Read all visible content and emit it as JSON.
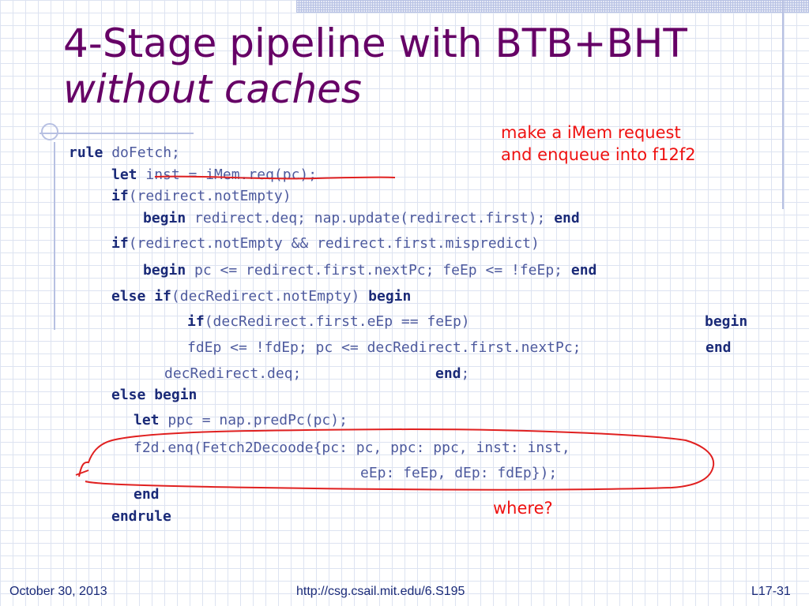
{
  "title": {
    "line1": "4-Stage pipeline with BTB+BHT",
    "line2": "without caches"
  },
  "annotations": {
    "note_top_line1": "make a iMem request",
    "note_top_line2": "and enqueue into f12f2",
    "note_where": "where?"
  },
  "code": {
    "l1_kw": "rule",
    "l1_rest": " doFetch;",
    "l2_kw": "let",
    "l2_rest": " inst = iMem.req(pc);",
    "l3_kw": "if",
    "l3_rest": "(redirect.notEmpty)",
    "l4_kw1": "begin",
    "l4_rest": " redirect.deq; nap.update(redirect.first); ",
    "l4_kw2": "end",
    "l5_kw": "if",
    "l5_rest": "(redirect.notEmpty && redirect.first.mispredict)",
    "l6_kw1": "begin",
    "l6_rest": " pc <= redirect.first.nextPc; feEp <= !feEp; ",
    "l6_kw2": "end",
    "l7_kw1": "else",
    "l7_kw2": "if",
    "l7_rest": "(decRedirect.notEmpty) ",
    "l7_kw3": "begin",
    "l8_kw": "if",
    "l8_rest": "(decRedirect.first.eEp == feEp)",
    "l8_begin": "begin",
    "l9_text": "fdEp <= !fdEp; pc <= decRedirect.first.nextPc;",
    "l9_end": "end",
    "l10_text": "decRedirect.deq;",
    "l10_end": "end",
    "l10_semi": ";",
    "l11_kw1": "else",
    "l11_kw2": "begin",
    "l12_kw": "let",
    "l12_rest": " ppc = nap.predPc(pc);",
    "l13_text": "f2d.enq(Fetch2Decoode{pc: pc, ppc: ppc, inst: inst,",
    "l14_text": "eEp: feEp, dEp: fdEp});",
    "l15_kw": "end",
    "l16_kw": "endrule"
  },
  "footer": {
    "date": "October 30, 2013",
    "url": "http://csg.csail.mit.edu/6.S195",
    "slide": "L17-31"
  },
  "colors": {
    "title": "#660066",
    "annotation": "#ee1111",
    "keyword": "#1a2a78",
    "code": "#4d5a9e"
  }
}
